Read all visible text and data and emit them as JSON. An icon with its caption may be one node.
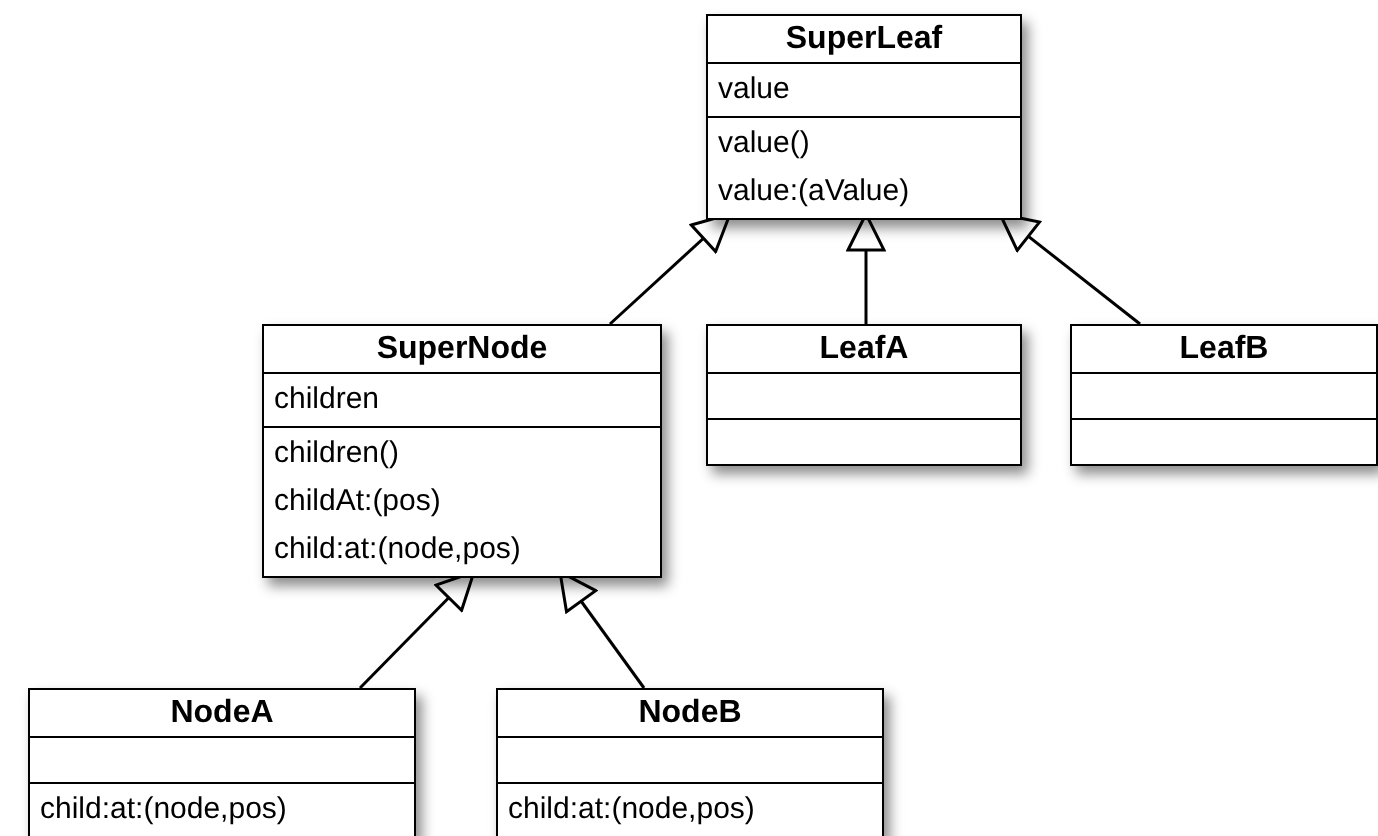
{
  "diagram": {
    "nodes": [
      {
        "text": [
          "SuperLeaf",
          "value",
          "value() value:(aValue)"
        ]
      },
      {
        "text": [
          "SuperNode",
          "children",
          "children() childAt:(pos) child:at:(node,pos)"
        ]
      },
      {
        "text": [
          "LeafA"
        ]
      },
      {
        "text": [
          "LeafB"
        ]
      },
      {
        "text": [
          "NodeA",
          "child:at:(node,pos)"
        ]
      },
      {
        "text": [
          "NodeB",
          "child:at:(node,pos)"
        ]
      }
    ],
    "edges": [
      {
        "from": 1,
        "to": 0,
        "arrow": "to"
      },
      {
        "from": 2,
        "to": 0,
        "arrow": "to"
      },
      {
        "from": 3,
        "to": 0,
        "arrow": "to"
      },
      {
        "from": 4,
        "to": 1,
        "arrow": "to"
      },
      {
        "from": 5,
        "to": 1,
        "arrow": "to"
      }
    ]
  }
}
